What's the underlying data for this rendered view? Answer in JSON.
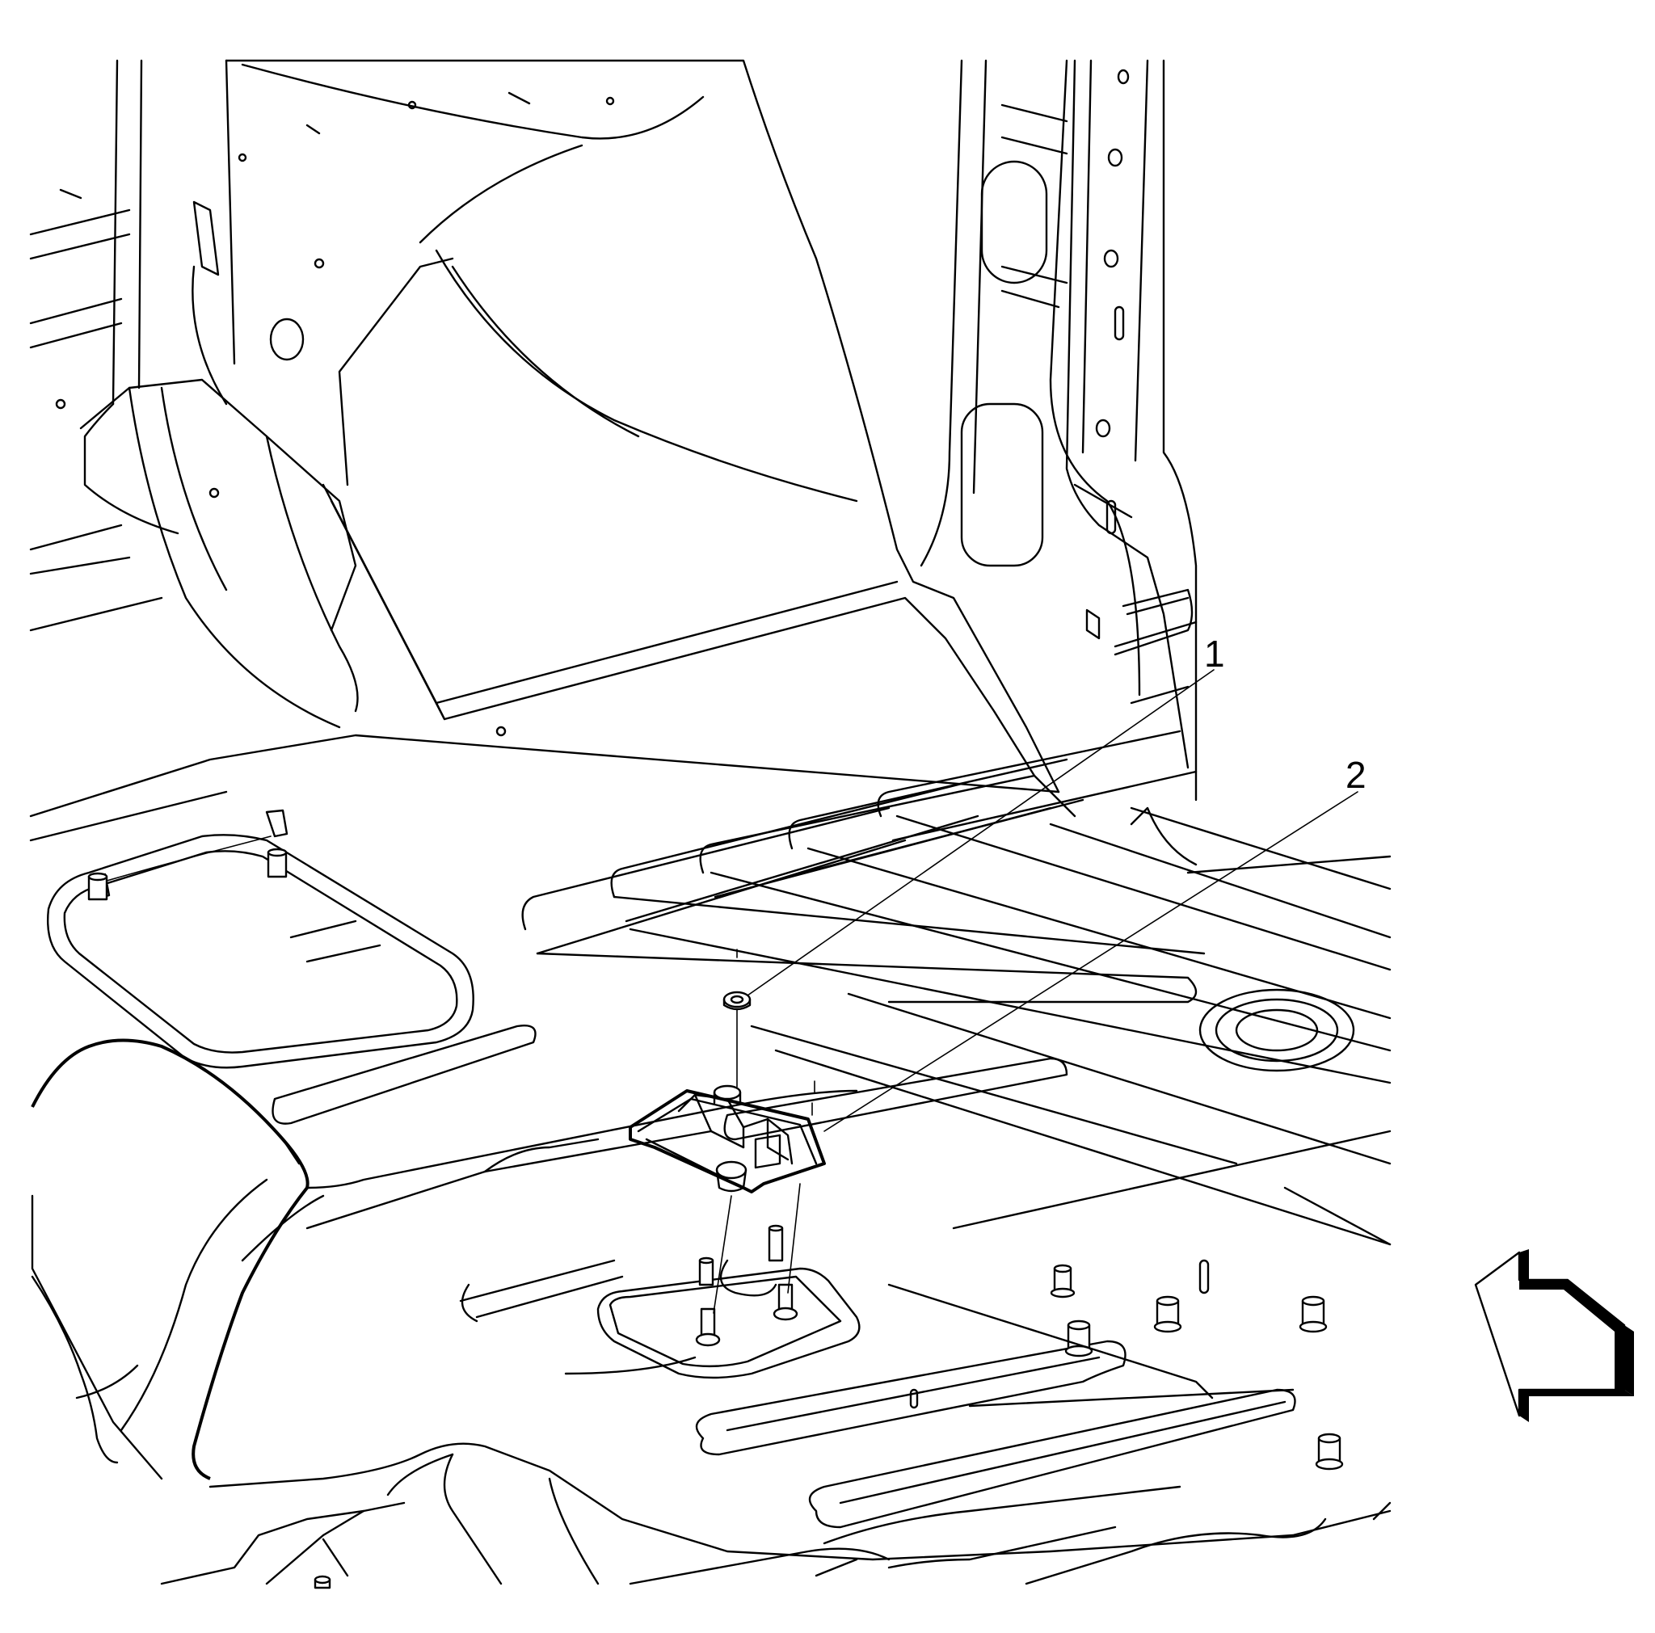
{
  "callouts": [
    {
      "number": "1",
      "part": "nut"
    },
    {
      "number": "2",
      "part": "module"
    }
  ],
  "icons": {
    "direction_arrow": "front-arrow-icon"
  }
}
